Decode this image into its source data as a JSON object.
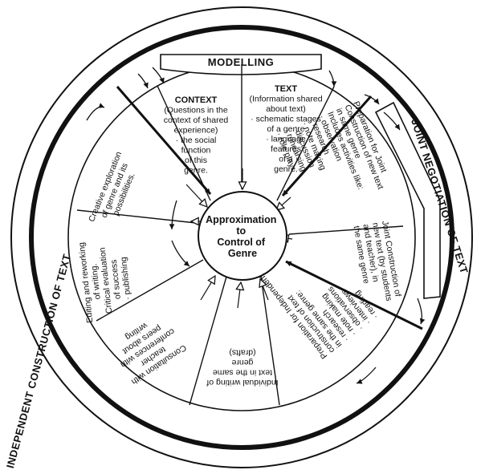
{
  "center": [
    "Approximation",
    "to",
    "Control of",
    "Genre"
  ],
  "stages": {
    "modelling": "MODELLING",
    "joint": "JOINT NEGOTIATION OF TEXT",
    "independent": "INDEPENDENT CONSTRUCTION OF TEXT"
  },
  "segments": {
    "context": {
      "title": "CONTEXT",
      "lines": [
        "(Questions in the",
        "context of shared",
        "experience)",
        "· the social",
        "function",
        "of this",
        "genre."
      ]
    },
    "text": {
      "title": "TEXT",
      "lines": [
        "(Information shared",
        "about text)",
        "· schematic stages",
        "of a genre",
        "· language",
        "features",
        "of a",
        "genre."
      ]
    },
    "prep_joint": {
      "lines": [
        "Preparation for Joint",
        "Construction of new text",
        "in same genre",
        "Includes activities like:",
        "· observation",
        "· research",
        "· note making",
        "· discussion",
        "· rehearsing",
        "· role play"
      ]
    },
    "joint_construction": {
      "lines": [
        "Joint Construction of",
        "new text (by students",
        "and teacher), in",
        "the same genre"
      ]
    },
    "prep_independent": {
      "lines": [
        "Preparation for Independent",
        "construction of text",
        "in the same genre:",
        "· research",
        "· note making",
        "· observations",
        "· interviews",
        "· reading"
      ]
    },
    "individual_writing": {
      "lines": [
        "Individual writing of",
        "text in the same",
        "genre",
        "(drafts)"
      ]
    },
    "consultation": {
      "lines": [
        "Consultation with",
        "teacher",
        "conferences with",
        "peers about",
        "writing"
      ]
    },
    "editing": {
      "lines": [
        "Editing and reworking",
        "of writing.",
        "Critical evaluation",
        "of success",
        "· publishing"
      ]
    },
    "creative": {
      "lines": [
        "Creative exploration",
        "of genre and its",
        "possibilities."
      ]
    }
  }
}
